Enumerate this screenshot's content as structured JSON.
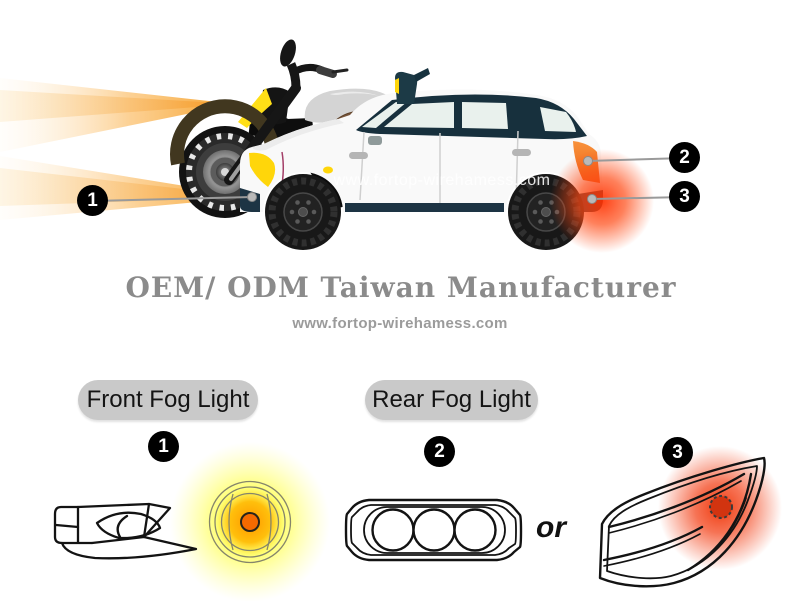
{
  "hero": {
    "watermark": "www.fortop-wirehamess.com",
    "callout1": "1",
    "callout2": "2",
    "callout3": "3"
  },
  "heading": {
    "title": "OEM/ ODM Taiwan Manufacturer",
    "website": "www.fortop-wirehamess.com"
  },
  "sections": {
    "front_label": "Front Fog Light",
    "rear_label": "Rear Fog Light",
    "badge1": "1",
    "badge2": "2",
    "badge3": "3",
    "or_text": "or"
  },
  "colors": {
    "beam_orange": "#f59b1c",
    "front_glow_yellow": "#ffff54",
    "front_glow_orange": "#ff9500",
    "rear_glow_red": "#ff3b00",
    "tail_lamp_orange": "#f2702d",
    "fog_marker_yellow": "#ffd60a",
    "pill_gray": "#c9c9c9",
    "badge_black": "#000000",
    "heading_gray": "#8b8b8b"
  }
}
